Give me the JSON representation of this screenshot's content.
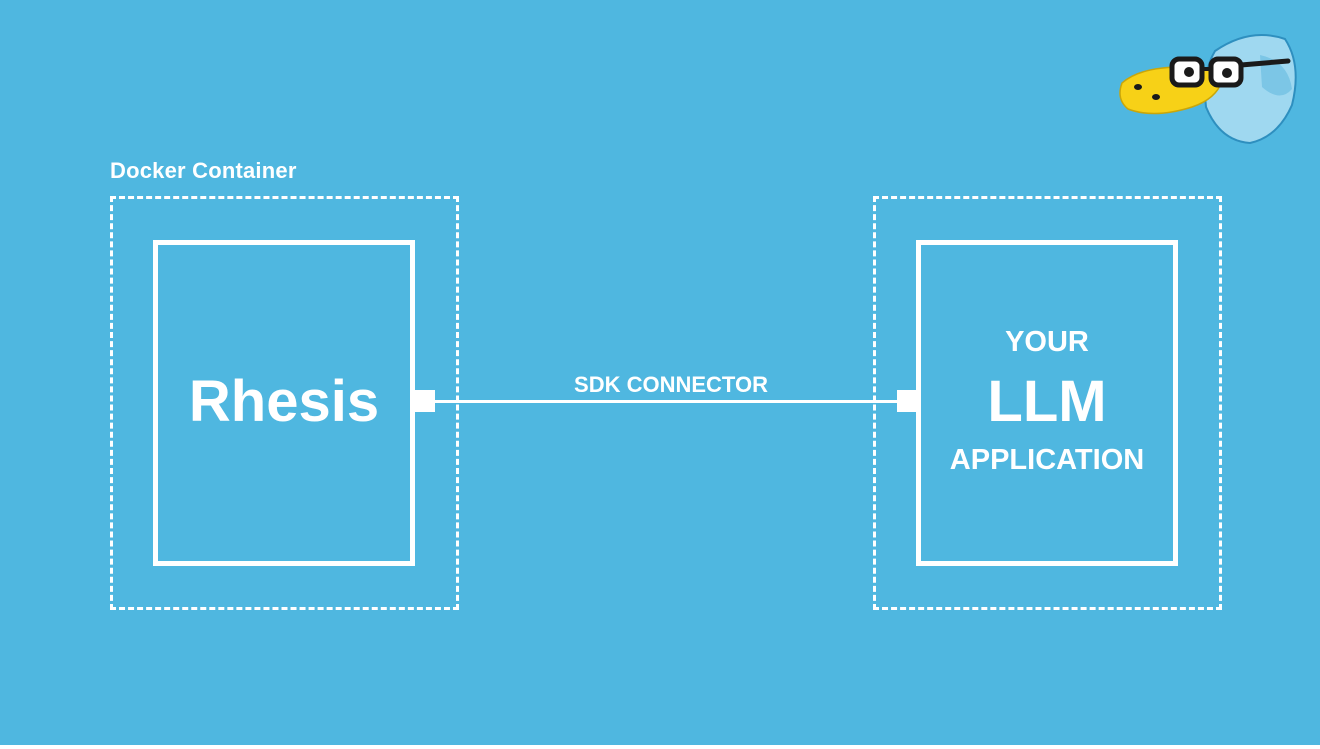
{
  "diagram": {
    "container_label": "Docker Container",
    "left_node": {
      "label": "Rhesis"
    },
    "right_node": {
      "line1": "YOUR",
      "line2": "LLM",
      "line3": "APPLICATION"
    },
    "connector": {
      "label": "SDK CONNECTOR"
    }
  },
  "mascot": {
    "icon": "duck-with-glasses-icon"
  },
  "colors": {
    "background": "#4fb7e0",
    "foreground": "#ffffff",
    "beak": "#f7d117",
    "head": "#9fd8f0"
  }
}
